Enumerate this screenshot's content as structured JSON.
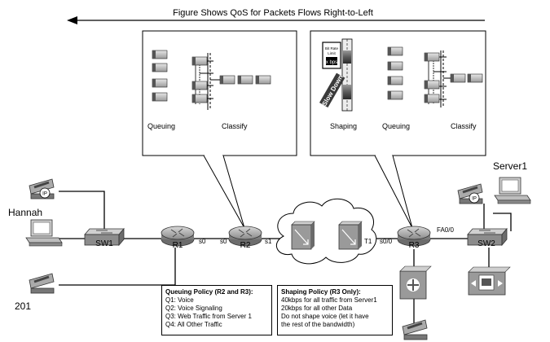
{
  "header": {
    "title": "Figure Shows QoS for Packets Flows Right-to-Left"
  },
  "callout_r2": {
    "queuing_label": "Queuing",
    "classify_label": "Classify"
  },
  "callout_r3": {
    "shaping_label": "Shaping",
    "queuing_label": "Queuing",
    "classify_label": "Classify",
    "bitrate_label": "Bit Rate\nLimit",
    "bitrate_value": "x bps",
    "slowdown_label": "Slow Down"
  },
  "nodes": {
    "hannah": "Hannah",
    "phone_201": "201",
    "sw1": "SW1",
    "r1": "R1",
    "r2": "R2",
    "r3": "R3",
    "sw2": "SW2",
    "server1": "Server1"
  },
  "interfaces": {
    "r1_s0": "s0",
    "r2_s0": "s0",
    "r2_s1": "s1",
    "r3_t1": "T1",
    "r3_s00": "s0/0",
    "r3_fa00": "FA0/0"
  },
  "ip_phone_badge": "IP",
  "queuing_policy": {
    "title": "Queuing Policy (R2 and R3):",
    "lines": [
      "Q1: Voice",
      "Q2: Voice Signaling",
      "Q3: Web Traffic from Server 1",
      "Q4: All Other Traffic"
    ]
  },
  "shaping_policy": {
    "title": "Shaping Policy (R3 Only):",
    "lines": [
      "40kbps for all traffic from Server1",
      "20kbps for all other Data",
      "Do not shape voice (let it have",
      "the rest of the bandwidth)"
    ]
  }
}
